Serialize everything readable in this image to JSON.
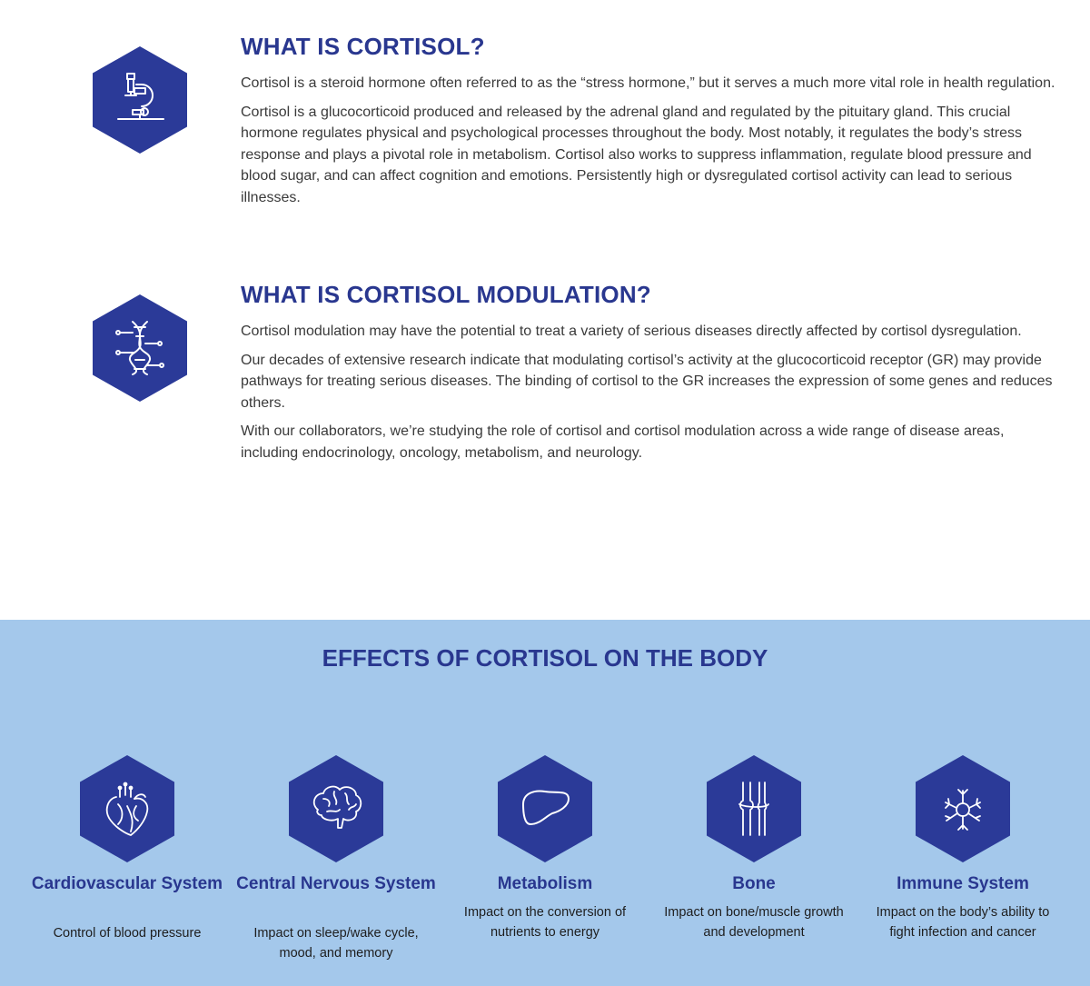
{
  "colors": {
    "brand_blue": "#29378f",
    "hex_fill": "#2b3a98",
    "effects_bg": "#a4c8eb"
  },
  "cortisol": {
    "icon": "microscope-icon",
    "title": "WHAT IS CORTISOL?",
    "paragraphs": [
      "Cortisol is a steroid hormone often referred to as the “stress hormone,” but it serves a much more vital role in health regulation.",
      "Cortisol is a glucocorticoid produced and released by the adrenal gland and regulated by the pituitary gland. This crucial hormone regulates physical and psychological processes throughout the body. Most notably, it regulates the body’s stress response and plays a pivotal role in metabolism. Cortisol also works to suppress inflammation, regulate blood pressure and blood sugar, and can affect cognition and emotions. Persistently high or dysregulated cortisol activity can lead to serious illnesses."
    ]
  },
  "modulation": {
    "icon": "dna-icon",
    "title": "WHAT IS CORTISOL MODULATION?",
    "paragraphs": [
      "Cortisol modulation may have the potential to treat a variety of serious diseases directly affected by cortisol dysregulation.",
      "Our decades of extensive research indicate that modulating cortisol’s activity at the glucocorticoid receptor (GR) may provide pathways for treating serious diseases. The binding of cortisol to the GR increases the expression of some genes and reduces others.",
      "With our collaborators, we’re studying the role of cortisol and cortisol modulation across a wide range of disease areas, including endocrinology, oncology, metabolism, and neurology."
    ]
  },
  "effects": {
    "title": "EFFECTS OF CORTISOL ON THE BODY",
    "items": [
      {
        "icon": "heart-icon",
        "name": "Cardiovascular System",
        "desc": "Control of blood pressure"
      },
      {
        "icon": "brain-icon",
        "name": "Central Nervous System",
        "desc": "Impact on sleep/wake cycle, mood, and memory"
      },
      {
        "icon": "liver-icon",
        "name": "Metabolism",
        "desc": "Impact on the conversion of nutrients to energy"
      },
      {
        "icon": "bone-icon",
        "name": "Bone",
        "desc": "Impact on bone/muscle growth and development"
      },
      {
        "icon": "immune-cell-icon",
        "name": "Immune System",
        "desc": "Impact on the body’s ability to fight infection and cancer"
      }
    ]
  }
}
